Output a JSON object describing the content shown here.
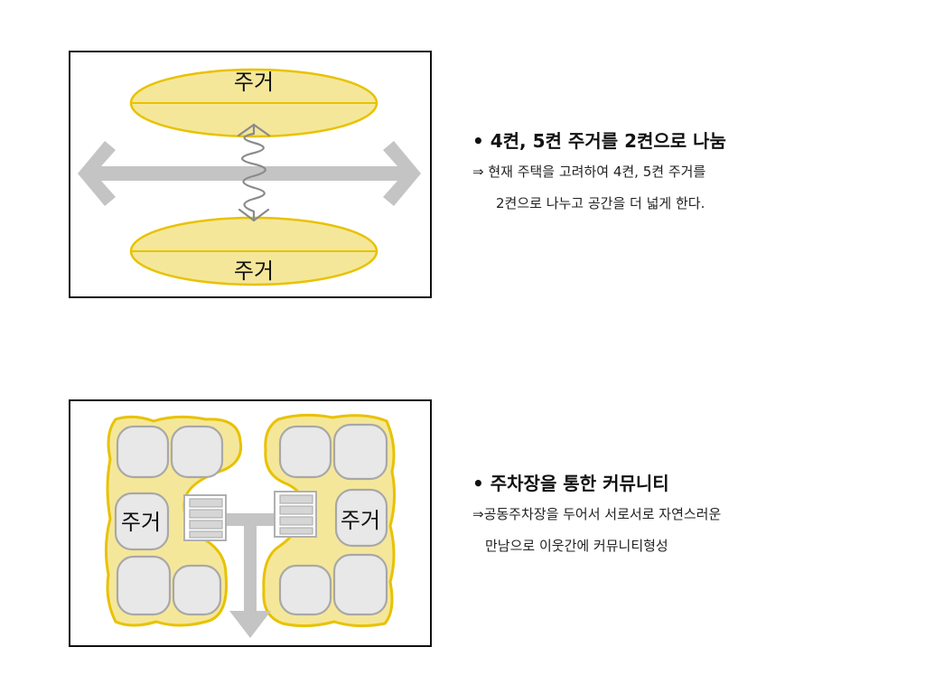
{
  "colors": {
    "zone_fill": "#f5e79a",
    "zone_stroke": "#e8c200",
    "arrow_gray": "#c4c4c4",
    "unit_fill": "#e8e8e8",
    "unit_stroke": "#a8a8a8",
    "border": "#111111"
  },
  "icons": [
    "double-arrow-icon",
    "zigzag-arrow-icon",
    "down-arrow-icon",
    "parking-icon"
  ],
  "diagram1": {
    "top_label": "주거",
    "bottom_label": "주거"
  },
  "section1": {
    "heading": "• 4켠, 5켠 주거를 2켠으로 나눔",
    "line1": "⇒ 현재 주택을 고려하여 4켠, 5켠 주거를",
    "line2": "2켠으로 나누고 공간을 더 넓게 한다."
  },
  "diagram2": {
    "left_label": "주거",
    "right_label": "주거"
  },
  "section2": {
    "heading": "• 주차장을 통한 커뮤니티",
    "line1": "⇒공동주차장을 두어서 서로서로 자연스러운",
    "line2": "만남으로 이웃간에 커뮤니티형성"
  }
}
